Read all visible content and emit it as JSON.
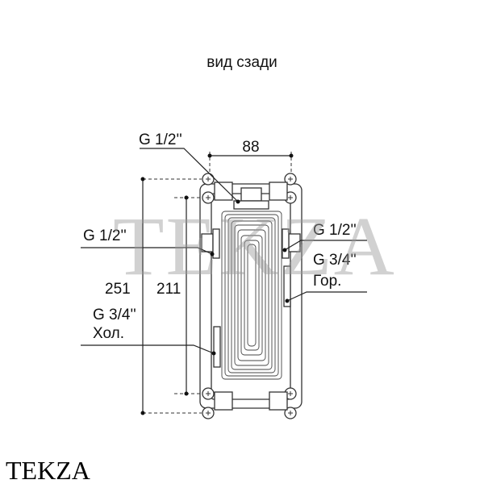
{
  "title": "вид сзади",
  "dimensions": {
    "width": "88",
    "total_height": "251",
    "mount_height": "211"
  },
  "labels": {
    "top_inlet": "G 1/2''",
    "left_outlet": "G 1/2''",
    "right_outlet": "G 1/2''",
    "hot_inlet_size": "G 3/4''",
    "hot_inlet_name": "Гор.",
    "cold_inlet_size": "G 3/4''",
    "cold_inlet_name": "Хол."
  },
  "watermark": "TEKZA",
  "brand": "TEKZA"
}
